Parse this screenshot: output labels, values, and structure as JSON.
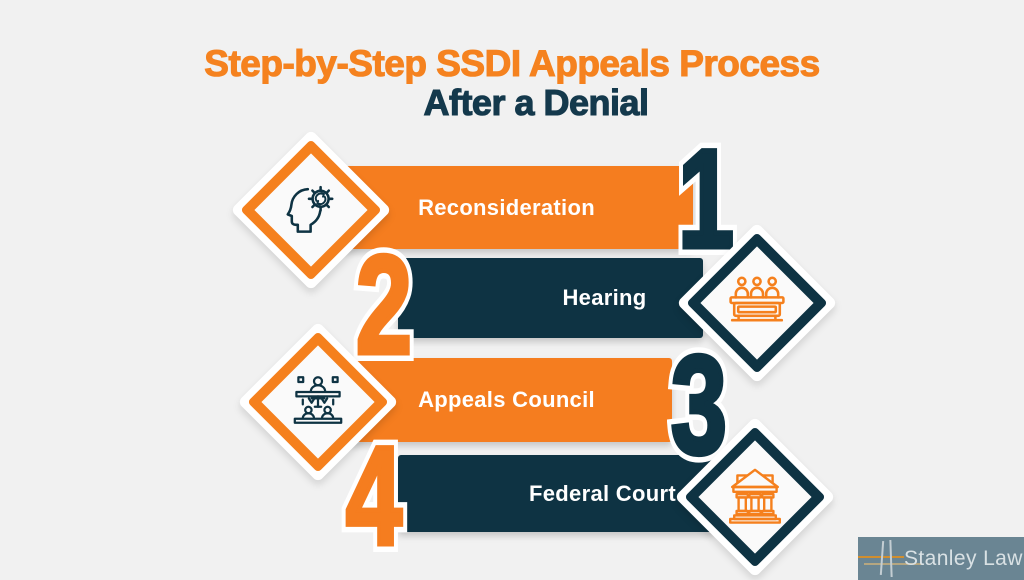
{
  "title": {
    "line1": "Step-by-Step SSDI Appeals Process",
    "line2": "After a Denial"
  },
  "steps": [
    {
      "number": "1",
      "label": "Reconsideration",
      "icon": "head-gear-icon",
      "banner_color": "orange",
      "icon_side": "left"
    },
    {
      "number": "2",
      "label": "Hearing",
      "icon": "judges-panel-icon",
      "banner_color": "navy",
      "icon_side": "right"
    },
    {
      "number": "3",
      "label": "Appeals Council",
      "icon": "council-icon",
      "banner_color": "orange",
      "icon_side": "left"
    },
    {
      "number": "4",
      "label": "Federal Court",
      "icon": "courthouse-icon",
      "banner_color": "navy",
      "icon_side": "right"
    }
  ],
  "branding": {
    "name": "Stanley Law"
  },
  "colors": {
    "orange": "#f57d1f",
    "navy": "#0e3343",
    "title_orange": "#f5821f",
    "title_navy": "#14394c",
    "background": "#f1f1f1",
    "diamond_fill": "#fafafa",
    "label_text": "#ffffff",
    "logo_bg": "#6a8593",
    "logo_text": "#d9e1e4",
    "logo_line_orange": "#d08e2e"
  }
}
